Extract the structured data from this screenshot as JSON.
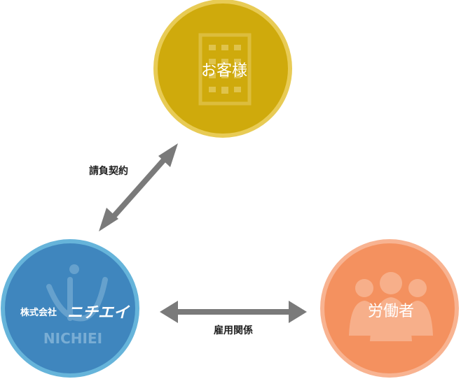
{
  "colors": {
    "client_fill": "#CFAA0C",
    "client_ring": "#E8CB55",
    "company_fill": "#3F86BE",
    "company_ring": "#66B4DA",
    "worker_fill": "#F4915F",
    "worker_ring": "#F8B391",
    "arrow": "#7A7A7A",
    "label": "#222222"
  },
  "nodes": {
    "client": {
      "label": "お客様",
      "icon": "office-building-icon"
    },
    "company": {
      "prefix": "株式会社",
      "name": "ニチエイ",
      "logo_text": "NICHIEI",
      "icon": "company-logo-icon"
    },
    "worker": {
      "label": "労働者",
      "icon": "people-group-icon"
    }
  },
  "relations": {
    "contract": {
      "label": "請負契約"
    },
    "employment": {
      "label": "雇用関係"
    }
  }
}
